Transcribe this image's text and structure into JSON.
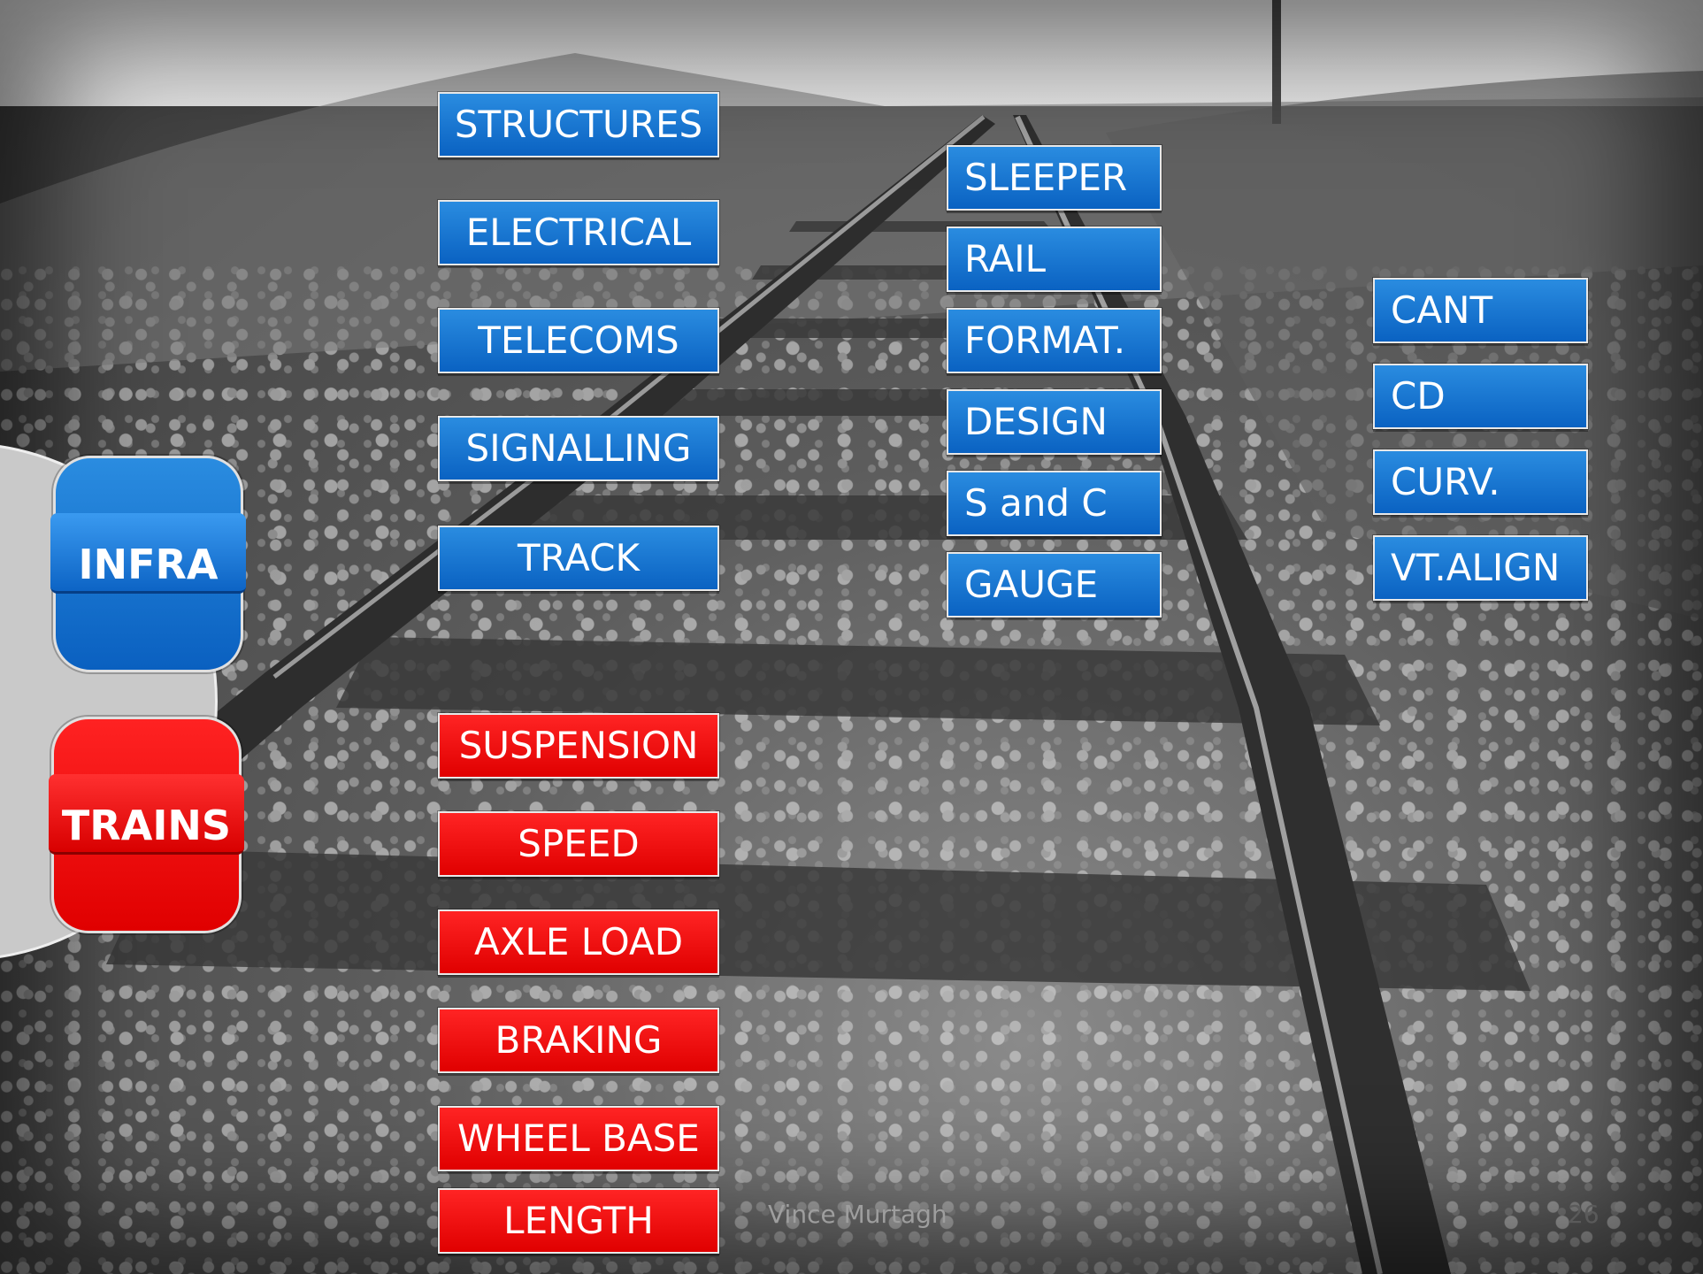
{
  "categories": {
    "infra": "INFRA",
    "trains": "TRAINS"
  },
  "infra_topics": [
    "STRUCTURES",
    "ELECTRICAL",
    "TELECOMS",
    "SIGNALLING",
    "TRACK"
  ],
  "track_topics": [
    "SLEEPER",
    "RAIL",
    "FORMAT.",
    "DESIGN",
    "S and C",
    "GAUGE"
  ],
  "design_topics": [
    "CANT",
    "CD",
    "CURV.",
    "VT.ALIGN"
  ],
  "train_topics": [
    "SUSPENSION",
    "SPEED",
    "AXLE LOAD",
    "BRAKING",
    "WHEEL BASE",
    "LENGTH"
  ],
  "footer": {
    "author": "Vince Murtagh",
    "page_number": "26"
  },
  "colors": {
    "infra_blue": "#0a62c2",
    "trains_red": "#e00000"
  }
}
